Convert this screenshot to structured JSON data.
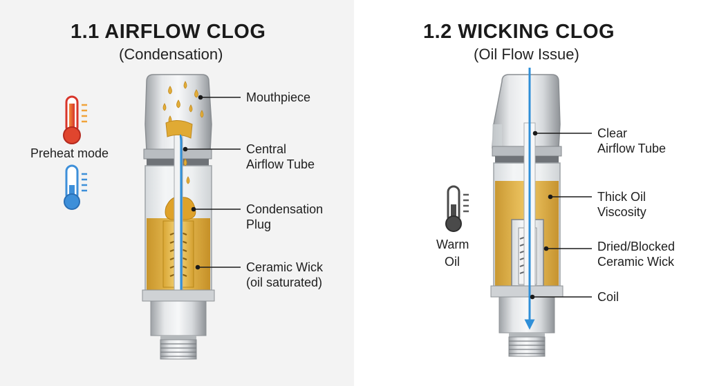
{
  "left": {
    "title": "1.1  AIRFLOW CLOG",
    "subtitle": "(Condensation)",
    "side_label": "Preheat mode",
    "labels": {
      "mouthpiece": "Mouthpiece",
      "central_airflow_1": "Central",
      "central_airflow_2": "Airflow Tube",
      "condensation_1": "Condensation",
      "condensation_2": "Plug",
      "ceramic_1": "Ceramic Wick",
      "ceramic_2": "(oil saturated)"
    }
  },
  "right": {
    "title": "1.2  WICKING CLOG",
    "subtitle": "(Oil Flow Issue)",
    "side_label_1": "Warm",
    "side_label_2": "Oil",
    "labels": {
      "clear_1": "Clear",
      "clear_2": "Airflow Tube",
      "thick_1": "Thick Oil",
      "thick_2": "Viscosity",
      "dried_1": "Dried/Blocked",
      "dried_2": "Ceramic Wick",
      "coil": "Coil"
    }
  },
  "colors": {
    "oil": "#d9a62b",
    "airflow_blue": "#2f8fd8",
    "hot_red": "#e0452e",
    "cold_blue": "#3d8fd9",
    "metal": "#c4c7ca"
  },
  "icons": [
    "thermometer-hot-icon",
    "thermometer-cold-icon",
    "thermometer-warm-icon",
    "oil-droplet-icon"
  ]
}
